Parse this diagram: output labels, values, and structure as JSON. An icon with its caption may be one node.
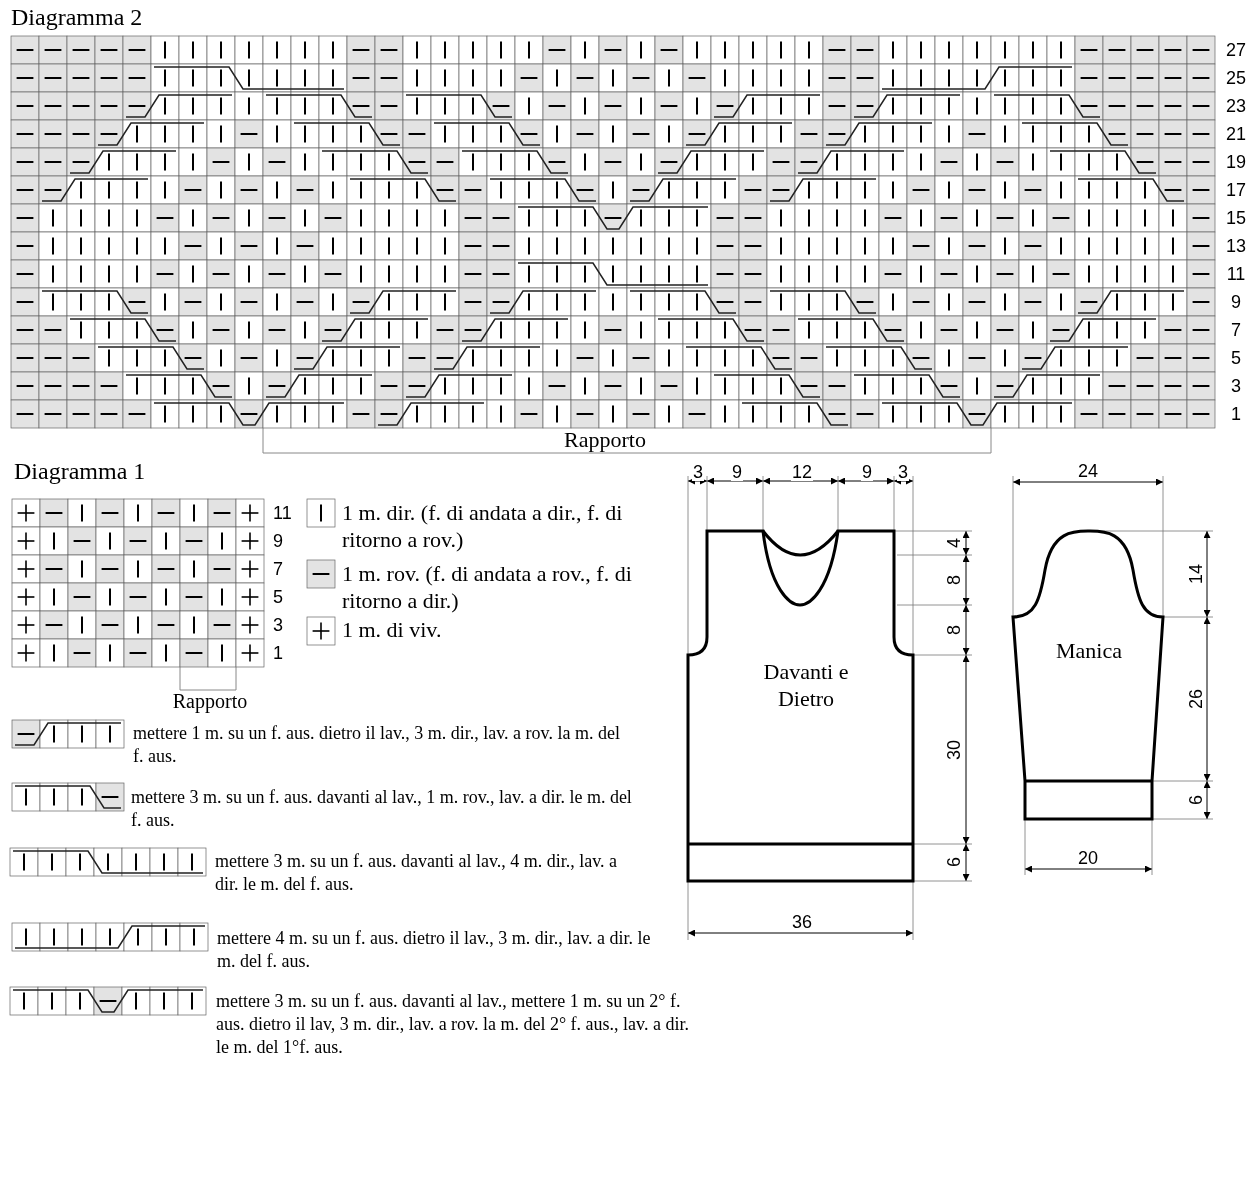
{
  "diagram": {
    "nodes": [
      {
        "text": [
          "Davanti e Dietro"
        ]
      },
      {
        "text": [
          "Manica"
        ]
      }
    ],
    "labels": [
      "Diagramma 2",
      "27",
      "25",
      "23",
      "21",
      "19",
      "17",
      "15",
      "13",
      "11",
      "9",
      "7",
      "5",
      "3",
      "1",
      "Rapporto",
      "Diagramma 1",
      "11",
      "9",
      "7",
      "5",
      "3",
      "1",
      "Rapporto",
      "3",
      "9",
      "12",
      "9",
      "3",
      "4",
      "8",
      "8",
      "30",
      "6",
      "36",
      "24",
      "14",
      "26",
      "6",
      "20"
    ],
    "legend": [
      {
        "text": "1 m. dir. (f. di andata a dir., f. di ritorno a rov.)"
      },
      {
        "text": "1 m. rov. (f. di andata a rov., f. di ritorno a dir.)"
      },
      {
        "text": "1 m. di viv."
      },
      {
        "text": "mettere 1 m. su un f. aus. dietro il lav., 3 m. dir., lav. a rov. la m. del f. aus."
      },
      {
        "text": "mettere 3 m. su un f. aus. davanti al lav., 1 m. rov., lav. a dir. le m. del f. aus."
      },
      {
        "text": "mettere 3 m. su un f. aus. davanti al lav., 4 m. dir., lav. a dir. le m. del f. aus."
      },
      {
        "text": "mettere 4 m. su un f. aus. dietro il lav., 3 m. dir., lav. a dir. le m. del f. aus."
      },
      {
        "text": "mettere 3 m. su un f. aus. davanti al lav., mettere 1 m. su un 2° f. aus. dietro il lav, 3 m. dir., lav. a rov. la m. del 2° f. aus., lav. a dir. le m. del 1°f. aus."
      }
    ]
  }
}
